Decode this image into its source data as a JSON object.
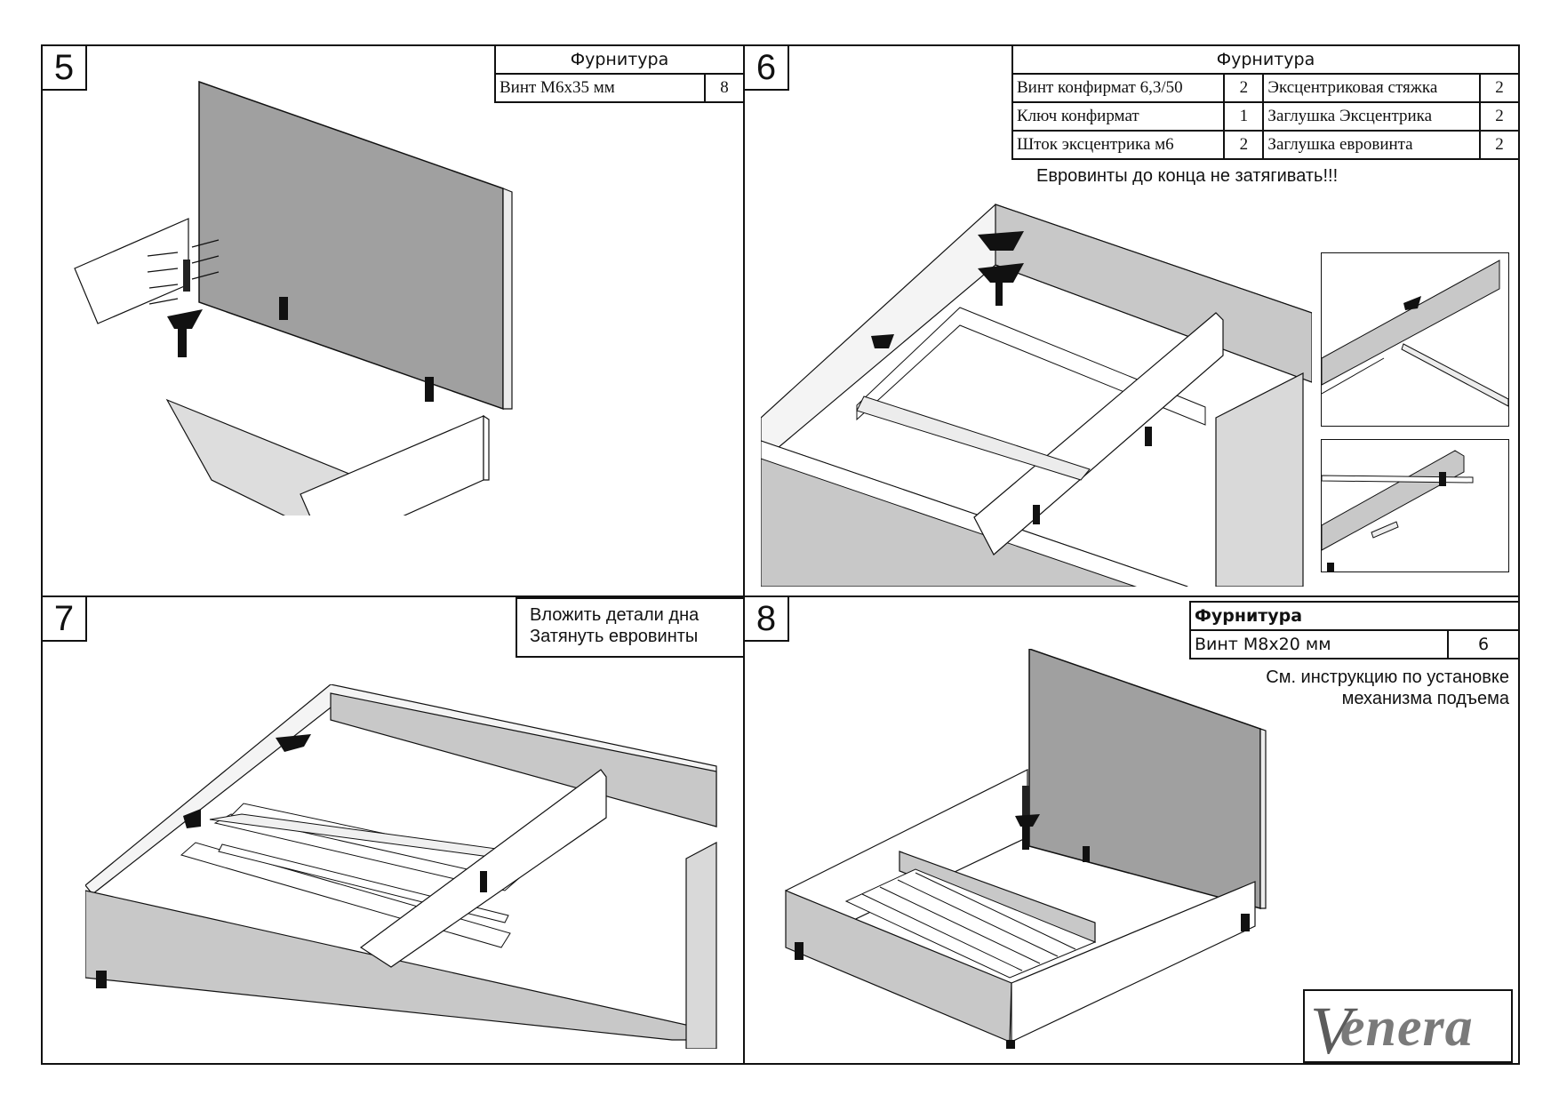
{
  "steps": [
    {
      "number": "5",
      "hardware": {
        "title": "Фурнитура",
        "items": [
          {
            "name": "Винт М6х35 мм",
            "qty": "8"
          }
        ]
      }
    },
    {
      "number": "6",
      "hardware": {
        "title": "Фурнитура",
        "rows": [
          {
            "left": {
              "name": "Винт конфирмат 6,3/50",
              "qty": "2"
            },
            "right": {
              "name": "Эксцентриковая стяжка",
              "qty": "2"
            }
          },
          {
            "left": {
              "name": "Ключ конфирмат",
              "qty": "1"
            },
            "right": {
              "name": "Заглушка Эксцентрика",
              "qty": "2"
            }
          },
          {
            "left": {
              "name": "Шток эксцентрика м6",
              "qty": "2"
            },
            "right": {
              "name": "Заглушка евровинта",
              "qty": "2"
            }
          }
        ]
      },
      "note": "Евровинты до конца не затягивать!!!"
    },
    {
      "number": "7",
      "note_lines": [
        "Вложить детали дна",
        "Затянуть евровинты"
      ]
    },
    {
      "number": "8",
      "hardware": {
        "title": "Фурнитура",
        "items": [
          {
            "name": "Винт М8х20 мм",
            "qty": "6"
          }
        ]
      },
      "note_lines": [
        "См. инструкцию по установке",
        "механизма подъема"
      ]
    }
  ],
  "logo": {
    "initial": "V",
    "rest": "enera"
  },
  "colors": {
    "panel_gray": "#a0a0a0",
    "line": "#111111",
    "light_gray": "#d9d9d9"
  }
}
